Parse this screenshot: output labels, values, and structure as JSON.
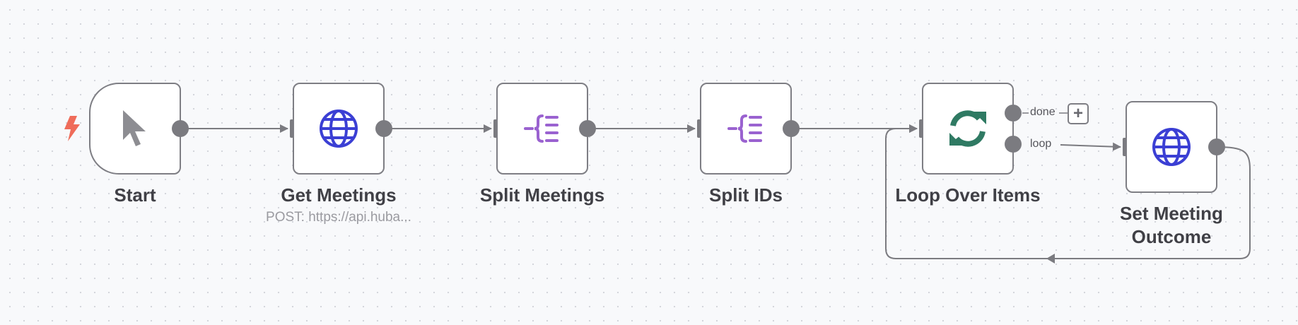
{
  "nodes": [
    {
      "id": "start",
      "label": "Start",
      "icon": "cursor-icon"
    },
    {
      "id": "get-meetings",
      "label": "Get Meetings",
      "subtitle": "POST: https://api.huba...",
      "icon": "globe-icon"
    },
    {
      "id": "split-meetings",
      "label": "Split Meetings",
      "icon": "split-out-icon"
    },
    {
      "id": "split-ids",
      "label": "Split IDs",
      "icon": "split-out-icon"
    },
    {
      "id": "loop-over-items",
      "label": "Loop Over Items",
      "icon": "refresh-icon",
      "branches": [
        "done",
        "loop"
      ]
    },
    {
      "id": "set-meeting-outcome",
      "label_line1": "Set Meeting",
      "label_line2": "Outcome",
      "icon": "globe-icon"
    }
  ],
  "add_node_label": "+",
  "colors": {
    "trigger_bolt": "#ef6c5a",
    "globe": "#3b3fd4",
    "split": "#9a62d0",
    "loop": "#2f7a63",
    "cursor": "#8d8d92",
    "edge": "#7b7b80"
  }
}
